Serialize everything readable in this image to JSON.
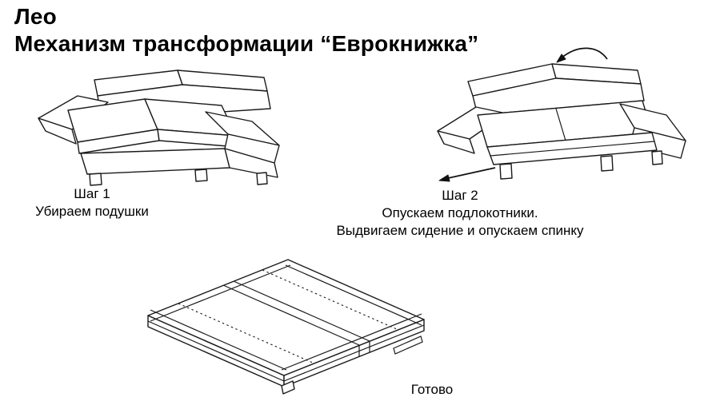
{
  "title": {
    "line1": "Лео",
    "line2": "Механизм трансформации “Еврокнижка”"
  },
  "steps": [
    {
      "label": "Шаг 1",
      "line1": "Убираем подушки"
    },
    {
      "label": "Шаг 2",
      "line1": "Опускаем подлокотники.",
      "line2": "Выдвигаем сидение и опускаем спинку"
    }
  ],
  "result": {
    "label": "Готово"
  },
  "icons": {
    "fold_backrest_arrow": "curved-arrow-down-left",
    "pull_seat_arrow": "straight-arrow-down-left"
  },
  "colors": {
    "background": "#ffffff",
    "line": "#1a1a1a",
    "text": "#000000"
  }
}
